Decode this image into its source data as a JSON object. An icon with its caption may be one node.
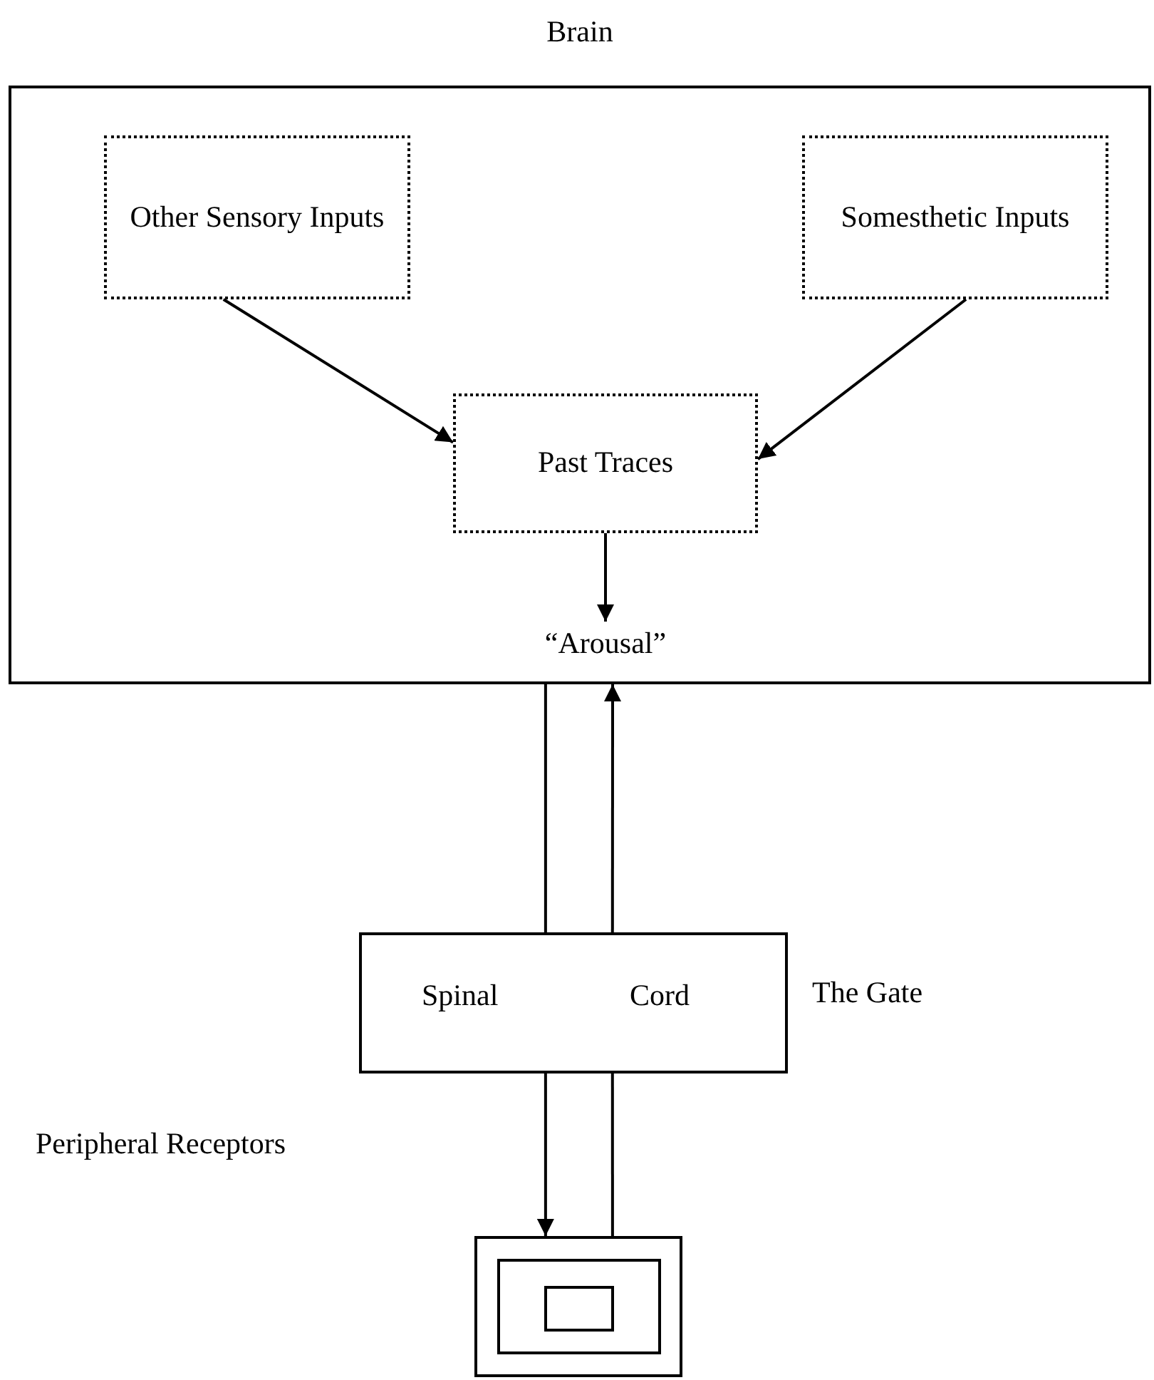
{
  "diagram": {
    "nodes": [
      {
        "text": [
          "Brain"
        ]
      },
      {
        "text": [
          "Other Sensory Inputs"
        ],
        "in": 0
      },
      {
        "text": [
          "Somesthetic Inputs"
        ],
        "in": 0
      },
      {
        "text": [
          "Past Traces"
        ],
        "in": 0
      },
      {
        "text": [
          "“Arousal”"
        ],
        "in": 0
      },
      {
        "text": [
          "Spinal",
          "Cord"
        ],
        "beside": [
          "The Gate"
        ]
      },
      {
        "text": [],
        "shape": "box"
      },
      {
        "text": [],
        "shape": "box",
        "in": 6
      },
      {
        "text": [],
        "shape": "box",
        "in": 7
      }
    ],
    "edges": [
      {
        "from": 1,
        "to": 3,
        "arrow": "to"
      },
      {
        "from": 2,
        "to": 3,
        "arrow": "to"
      },
      {
        "from": 3,
        "to": 4,
        "arrow": "to"
      },
      {
        "from": 0,
        "to": 5,
        "arrow": "none"
      },
      {
        "from": 5,
        "to": 6,
        "arrow": "to"
      },
      {
        "from": 6,
        "to": 5,
        "arrow": "none"
      },
      {
        "from": 5,
        "to": 0,
        "arrow": "to"
      }
    ],
    "labels": [
      "Peripheral Receptors"
    ]
  }
}
